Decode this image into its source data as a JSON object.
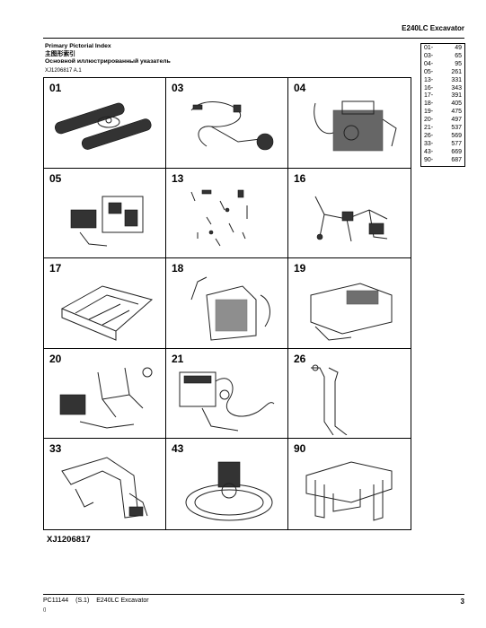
{
  "header": {
    "title": "E240LC Excavator"
  },
  "heading": {
    "line1": "Primary Pictorial Index",
    "line2": "主图形索引",
    "line3": "Основной иллюстрированный указатель"
  },
  "ref_small": "XJ1206817 A.1",
  "grid": {
    "cells": [
      {
        "num": "01",
        "icon": "crawler-track-icon"
      },
      {
        "num": "03",
        "icon": "wiring-harness-icon"
      },
      {
        "num": "04",
        "icon": "engine-icon"
      },
      {
        "num": "05",
        "icon": "battery-box-icon"
      },
      {
        "num": "13",
        "icon": "hardware-parts-icon"
      },
      {
        "num": "16",
        "icon": "electrical-harness-icon"
      },
      {
        "num": "17",
        "icon": "upper-frame-icon"
      },
      {
        "num": "18",
        "icon": "cab-icon"
      },
      {
        "num": "19",
        "icon": "hood-guard-icon"
      },
      {
        "num": "20",
        "icon": "controls-harness-icon"
      },
      {
        "num": "21",
        "icon": "hydraulic-tank-icon"
      },
      {
        "num": "26",
        "icon": "hose-line-icon"
      },
      {
        "num": "33",
        "icon": "boom-arm-icon"
      },
      {
        "num": "43",
        "icon": "swing-bearing-icon"
      },
      {
        "num": "90",
        "icon": "frame-assembly-icon"
      }
    ]
  },
  "index": [
    {
      "range": "01-",
      "page": "49"
    },
    {
      "range": "03-",
      "page": "65"
    },
    {
      "range": "04-",
      "page": "95"
    },
    {
      "range": "05-",
      "page": "261"
    },
    {
      "range": "13-",
      "page": "331"
    },
    {
      "range": "16-",
      "page": "343"
    },
    {
      "range": "17-",
      "page": "391"
    },
    {
      "range": "18-",
      "page": "405"
    },
    {
      "range": "19-",
      "page": "475"
    },
    {
      "range": "20-",
      "page": "497"
    },
    {
      "range": "21-",
      "page": "537"
    },
    {
      "range": "26-",
      "page": "569"
    },
    {
      "range": "33-",
      "page": "577"
    },
    {
      "range": "43-",
      "page": "669"
    },
    {
      "range": "90-",
      "page": "687"
    }
  ],
  "figure_ref": "XJ1206817",
  "footer": {
    "doc_id": "PC11144",
    "section": "(S.1)",
    "title": "E240LC Excavator",
    "sub": "()",
    "page": "3"
  }
}
